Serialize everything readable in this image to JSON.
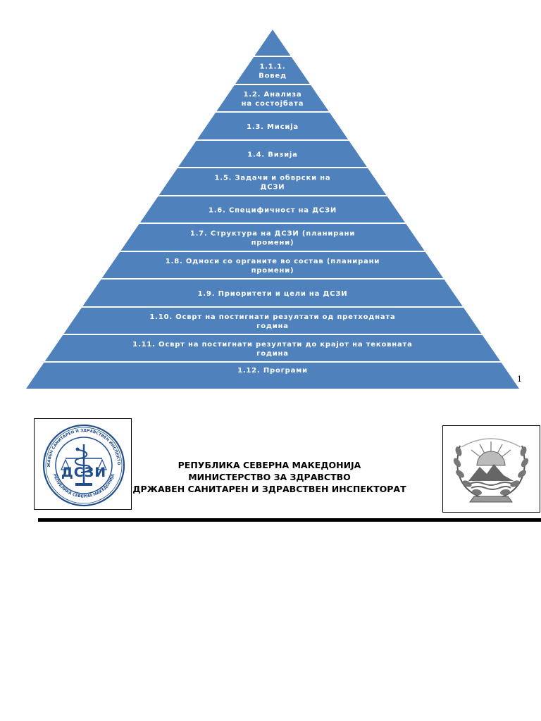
{
  "pyramid": {
    "fill": "#4f81bd",
    "separator": "#ffffff",
    "tiers": [
      [
        "1.1.1.",
        "Вовед"
      ],
      [
        "1.2. Анализа",
        "на состојбата"
      ],
      [
        "1.3. Мисија"
      ],
      [
        "1.4. Визија"
      ],
      [
        "1.5. Задачи и обврски на",
        "ДСЗИ"
      ],
      [
        "1.6. Специфичност на ДСЗИ"
      ],
      [
        "1.7. Структура на ДСЗИ (планирани",
        "промени)"
      ],
      [
        "1.8. Односи со органите во состав (планирани",
        "промени)"
      ],
      [
        "1.9. Приоритети и цели на ДСЗИ"
      ],
      [
        "1.10. Осврт на постигнати резултати од претходната",
        "година"
      ],
      [
        "1.11. Осврт на постигнати резултати до крајот на тековната",
        "година"
      ],
      [
        "1.12. Програми"
      ]
    ]
  },
  "page_number": "1",
  "header": {
    "line1": "РЕПУБЛИКА СЕВЕРНА МАКЕДОНИЈА",
    "line2": "МИНИСТЕРСТВО ЗА ЗДРАВСТВО",
    "line3": "ДРЖАВЕН САНИТАРЕН И ЗДРАВСТВЕН ИНСПЕКТОРАТ"
  },
  "left_logo": {
    "icon": "dszi-seal-icon",
    "center_text": "ДСЗИ",
    "ring_text_top": "ДРЖАВЕН САНИТАРЕН И ЗДРАВСТВЕН ИНСПЕКТОРАТ",
    "ring_text_bottom": "РЕПУБЛИКА СЕВЕРНА МАКЕДОНИЈА",
    "color": "#1f4e8c"
  },
  "right_logo": {
    "icon": "coat-of-arms-icon"
  }
}
